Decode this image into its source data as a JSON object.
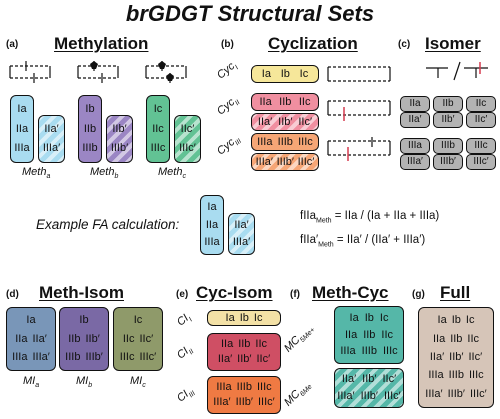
{
  "title": "brGDGT Structural Sets",
  "colors": {
    "meth_a": "#a9dcf0",
    "meth_b": "#9b86c4",
    "meth_c": "#62c294",
    "cyc_1": "#f6e79a",
    "cyc_2": "#f08fa0",
    "cyc_3": "#f6a676",
    "isomer": "#b3b3b3",
    "mi_a": "#7996b8",
    "mi_b": "#7a69a5",
    "mi_c": "#8f9a6a",
    "ci_1": "#f3e1a6",
    "ci_2": "#cf4f64",
    "ci_3": "#ef7a43",
    "mc": "#55b7a8",
    "full": "#d6c5b8",
    "tick": "#d63a4f"
  },
  "panels": {
    "a": {
      "label": "(a)",
      "title": "Methylation",
      "sets": [
        {
          "col1": [
            "Ia",
            "IIa",
            "IIIa"
          ],
          "col2": [
            "IIa′",
            "IIIa′"
          ],
          "caption": "Meth",
          "sub": "a"
        },
        {
          "col1": [
            "Ib",
            "IIb",
            "IIIb"
          ],
          "col2": [
            "IIb′",
            "IIIb′"
          ],
          "caption": "Meth",
          "sub": "b"
        },
        {
          "col1": [
            "Ic",
            "IIc",
            "IIIc"
          ],
          "col2": [
            "IIc′",
            "IIIc′"
          ],
          "caption": "Meth",
          "sub": "c"
        }
      ]
    },
    "b": {
      "label": "(b)",
      "title": "Cyclization",
      "rows": [
        {
          "label": "Cyc",
          "sub": "I",
          "items": [
            "Ia",
            "Ib",
            "Ic"
          ]
        },
        {
          "label": "Cyc",
          "sub": "II",
          "top": [
            "IIa",
            "IIb",
            "IIc"
          ],
          "bottom": [
            "IIa′",
            "IIb′",
            "IIc′"
          ]
        },
        {
          "label": "Cyc",
          "sub": "III",
          "top": [
            "IIIa",
            "IIIb",
            "IIIc"
          ],
          "bottom": [
            "IIIa′",
            "IIIb′",
            "IIIc′"
          ]
        }
      ]
    },
    "c": {
      "label": "(c)",
      "title": "Isomer",
      "top": [
        [
          "IIa",
          "IIa′"
        ],
        [
          "IIb",
          "IIb′"
        ],
        [
          "IIc",
          "IIc′"
        ]
      ],
      "bottom": [
        [
          "IIIa",
          "IIIa′"
        ],
        [
          "IIIb",
          "IIIb′"
        ],
        [
          "IIIc",
          "IIIc′"
        ]
      ]
    },
    "example": {
      "label": "Example FA calculation:",
      "col1": [
        "Ia",
        "IIa",
        "IIIa"
      ],
      "col2": [
        "IIa′",
        "IIIa′"
      ],
      "f1_lhs": "fIIa",
      "f1_sub": "Meth",
      "f1_rhs": "= IIa / (Ia + IIa + IIIa)",
      "f2_lhs": "fIIa′",
      "f2_sub": "Meth",
      "f2_rhs": "= IIa′ / (IIa′ + IIIa′)"
    },
    "d": {
      "label": "(d)",
      "title": "Meth-Isom",
      "sets": [
        {
          "rows": [
            [
              "Ia"
            ],
            [
              "IIa",
              "IIa′"
            ],
            [
              "IIIa",
              "IIIa′"
            ]
          ],
          "caption": "MI",
          "sub": "a"
        },
        {
          "rows": [
            [
              "Ib"
            ],
            [
              "IIb",
              "IIb′"
            ],
            [
              "IIIb",
              "IIIb′"
            ]
          ],
          "caption": "MI",
          "sub": "b"
        },
        {
          "rows": [
            [
              "Ic"
            ],
            [
              "IIc",
              "IIc′"
            ],
            [
              "IIIc",
              "IIIc′"
            ]
          ],
          "caption": "MI",
          "sub": "c"
        }
      ]
    },
    "e": {
      "label": "(e)",
      "title": "Cyc-Isom",
      "rows": [
        {
          "label": "CI",
          "sub": "I",
          "lines": [
            [
              "Ia",
              "Ib",
              "Ic"
            ]
          ]
        },
        {
          "label": "CI",
          "sub": "II",
          "lines": [
            [
              "IIa",
              "IIb",
              "IIc"
            ],
            [
              "IIa′",
              "IIb′",
              "IIc′"
            ]
          ]
        },
        {
          "label": "CI",
          "sub": "III",
          "lines": [
            [
              "IIIa",
              "IIIb",
              "IIIc"
            ],
            [
              "IIIa′",
              "IIIb′",
              "IIIc′"
            ]
          ]
        }
      ]
    },
    "f": {
      "label": "(f)",
      "title": "Meth-Cyc",
      "rows": [
        {
          "label": "MC",
          "sub": "5Me+",
          "lines": [
            [
              "Ia",
              "Ib",
              "Ic"
            ],
            [
              "IIa",
              "IIb",
              "IIc"
            ],
            [
              "IIIa",
              "IIIb",
              "IIIc"
            ]
          ]
        },
        {
          "label": "MC",
          "sub": "6Me",
          "lines": [
            [
              "IIa′",
              "IIb′",
              "IIc′"
            ],
            [
              "IIIa′",
              "IIIb′",
              "IIIc′"
            ]
          ]
        }
      ]
    },
    "g": {
      "label": "(g)",
      "title": "Full",
      "lines": [
        [
          "Ia",
          "Ib",
          "Ic"
        ],
        [
          "IIa",
          "IIb",
          "IIc"
        ],
        [
          "IIa′",
          "IIb′",
          "IIc′"
        ],
        [
          "IIIa",
          "IIIb",
          "IIIc"
        ],
        [
          "IIIa′",
          "IIIb′",
          "IIIc′"
        ]
      ]
    }
  }
}
